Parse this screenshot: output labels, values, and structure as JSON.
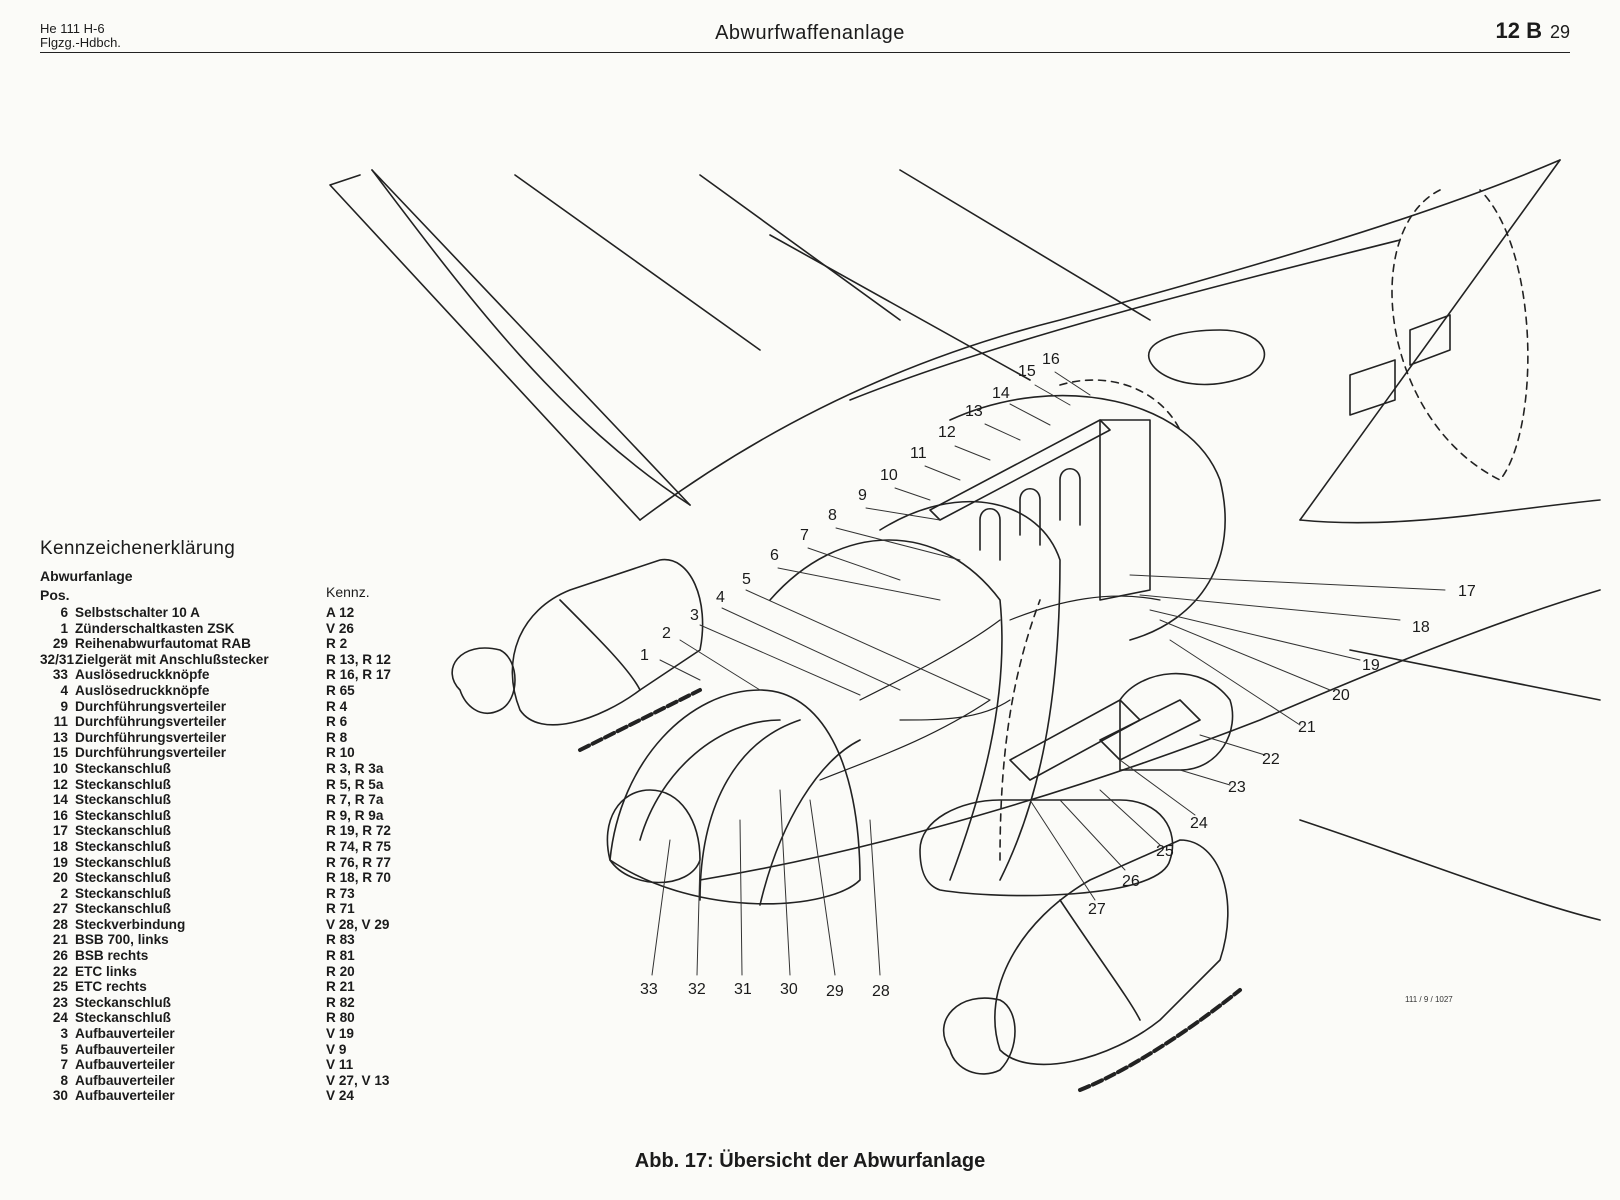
{
  "header": {
    "left_line1": "He 111 H-6",
    "left_line2": "Flgzg.-Hdbch.",
    "title": "Abwurfwaffenanlage",
    "section": "12 B",
    "page": "29"
  },
  "legend": {
    "title": "Kennzeichenerklärung",
    "subtitle": "Abwurfanlage",
    "pos_header": "Pos.",
    "code_header": "Kennz.",
    "rows": [
      {
        "pos": "6",
        "desc": "Selbstschalter 10 A",
        "code": "A 12"
      },
      {
        "pos": "1",
        "desc": "Zünderschaltkasten ZSK",
        "code": "V 26"
      },
      {
        "pos": "29",
        "desc": "Reihenabwurfautomat RAB",
        "code": "R 2"
      },
      {
        "pos": "32/31",
        "desc": "Zielgerät mit Anschlußstecker",
        "code": "R 13, R 12"
      },
      {
        "pos": "33",
        "desc": "Auslösedruckknöpfe",
        "code": "R 16, R 17"
      },
      {
        "pos": "4",
        "desc": "Auslösedruckknöpfe",
        "code": "R 65"
      },
      {
        "pos": "9",
        "desc": "Durchführungsverteiler",
        "code": "R 4"
      },
      {
        "pos": "11",
        "desc": "Durchführungsverteiler",
        "code": "R 6"
      },
      {
        "pos": "13",
        "desc": "Durchführungsverteiler",
        "code": "R 8"
      },
      {
        "pos": "15",
        "desc": "Durchführungsverteiler",
        "code": "R 10"
      },
      {
        "pos": "10",
        "desc": "Steckanschluß",
        "code": "R 3, R 3a"
      },
      {
        "pos": "12",
        "desc": "Steckanschluß",
        "code": "R 5, R 5a"
      },
      {
        "pos": "14",
        "desc": "Steckanschluß",
        "code": "R 7, R 7a"
      },
      {
        "pos": "16",
        "desc": "Steckanschluß",
        "code": "R 9, R 9a"
      },
      {
        "pos": "17",
        "desc": "Steckanschluß",
        "code": "R 19, R 72"
      },
      {
        "pos": "18",
        "desc": "Steckanschluß",
        "code": "R 74, R 75"
      },
      {
        "pos": "19",
        "desc": "Steckanschluß",
        "code": "R 76, R 77"
      },
      {
        "pos": "20",
        "desc": "Steckanschluß",
        "code": "R 18, R 70"
      },
      {
        "pos": "2",
        "desc": "Steckanschluß",
        "code": "R 73"
      },
      {
        "pos": "27",
        "desc": "Steckanschluß",
        "code": "R 71"
      },
      {
        "pos": "28",
        "desc": "Steckverbindung",
        "code": "V 28, V 29"
      },
      {
        "pos": "21",
        "desc": "BSB 700, links",
        "code": "R 83"
      },
      {
        "pos": "26",
        "desc": "BSB      rechts",
        "code": "R 81"
      },
      {
        "pos": "22",
        "desc": "ETC      links",
        "code": "R 20"
      },
      {
        "pos": "25",
        "desc": "ETC      rechts",
        "code": "R 21"
      },
      {
        "pos": "23",
        "desc": "Steckanschluß",
        "code": "R 82"
      },
      {
        "pos": "24",
        "desc": "Steckanschluß",
        "code": "R 80"
      },
      {
        "pos": "3",
        "desc": "Aufbauverteiler",
        "code": "V 19"
      },
      {
        "pos": "5",
        "desc": "Aufbauverteiler",
        "code": "V 9"
      },
      {
        "pos": "7",
        "desc": "Aufbauverteiler",
        "code": "V 11"
      },
      {
        "pos": "8",
        "desc": "Aufbauverteiler",
        "code": "V 27, V 13"
      },
      {
        "pos": "30",
        "desc": "Aufbauverteiler",
        "code": "V 24"
      }
    ]
  },
  "figure": {
    "caption": "Abb. 17: Übersicht der Abwurfanlage",
    "ref_number": "111 / 9 / 1027",
    "callouts": [
      "1",
      "2",
      "3",
      "4",
      "5",
      "6",
      "7",
      "8",
      "9",
      "10",
      "11",
      "12",
      "13",
      "14",
      "15",
      "16",
      "17",
      "18",
      "19",
      "20",
      "21",
      "22",
      "23",
      "24",
      "25",
      "26",
      "27",
      "28",
      "29",
      "30",
      "31",
      "32",
      "33"
    ]
  }
}
